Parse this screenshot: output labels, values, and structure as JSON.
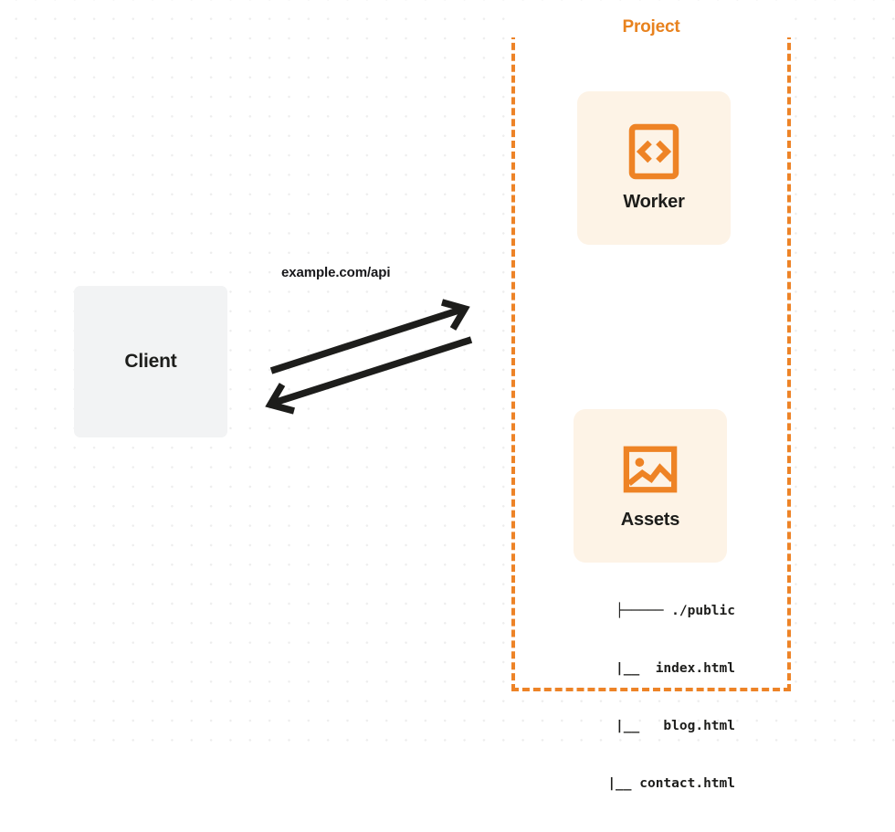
{
  "diagram": {
    "type": "architecture-flow",
    "background": {
      "style": "dot-grid",
      "dot_color": "#ededed",
      "page_color": "#ffffff"
    },
    "client": {
      "label": "Client",
      "fill": "#f2f3f4"
    },
    "request": {
      "label": "example.com/api"
    },
    "project": {
      "title": "Project",
      "border_color": "#ed8327",
      "border_style": "dashed"
    },
    "services": [
      {
        "id": "worker",
        "label": "Worker",
        "icon": "code-brackets-icon",
        "fill": "#fdf3e6",
        "icon_color": "#ee8325"
      },
      {
        "id": "assets",
        "label": "Assets",
        "icon": "image-picture-icon",
        "fill": "#fdf3e6",
        "icon_color": "#ee8325"
      }
    ],
    "file_tree": {
      "rows": [
        "├───── ./public",
        "     |__  index.html",
        "     |__   blog.html",
        "     |__ contact.html"
      ]
    }
  }
}
